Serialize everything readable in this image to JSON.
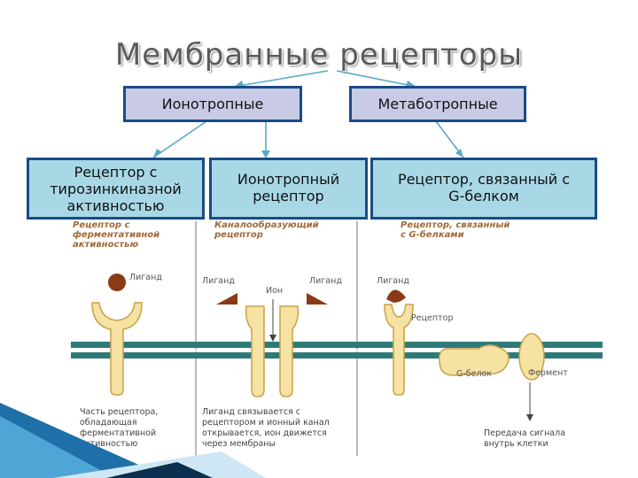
{
  "title": "Мембранные рецепторы",
  "categories": {
    "ionotropic": "Ионотропные",
    "metabotropic": "Метаботропные"
  },
  "types": {
    "tyrosine": [
      "Рецептор с",
      "тирозинкиназной",
      "активностью"
    ],
    "ion": [
      "Ионотропный",
      "рецептор"
    ],
    "gprotein": [
      "Рецептор, связанный с",
      "G-белком"
    ]
  },
  "illustration": {
    "enzyme_heading": [
      "Рецептор с",
      "ферментативной",
      "активностью"
    ],
    "channel_heading": [
      "Каналообразующий",
      "рецептор"
    ],
    "gprotein_heading": [
      "Рецептор, связанный",
      "с G-белками"
    ],
    "ligand": "Лиганд",
    "ion": "Ион",
    "receptor": "Рецептор",
    "g_protein": "G-белок",
    "enzyme": "Фермент",
    "enzyme_caption": [
      "Часть рецептора,",
      "обладающая",
      "ферментативной",
      "активностью"
    ],
    "channel_caption": [
      "Лиганд связывается с",
      "рецептором и ионный канал",
      "открывается, ион движется",
      "через мембраны"
    ],
    "signal_caption": [
      "Передача сигнала",
      "внутрь клетки"
    ]
  },
  "colors": {
    "box_border": "#1a4b86",
    "box_fill_top": "#c9cbe6",
    "box_fill_bottom": "#a8d8e6",
    "arrow": "#5aa8c8",
    "membrane": "#2e7a78",
    "receptor_fill": "#f6e2a2",
    "receptor_stroke": "#c9a24a",
    "ligand": "#8b3a16",
    "heading_text": "#a06a3a",
    "corner_accent": "#1f6fa8"
  }
}
